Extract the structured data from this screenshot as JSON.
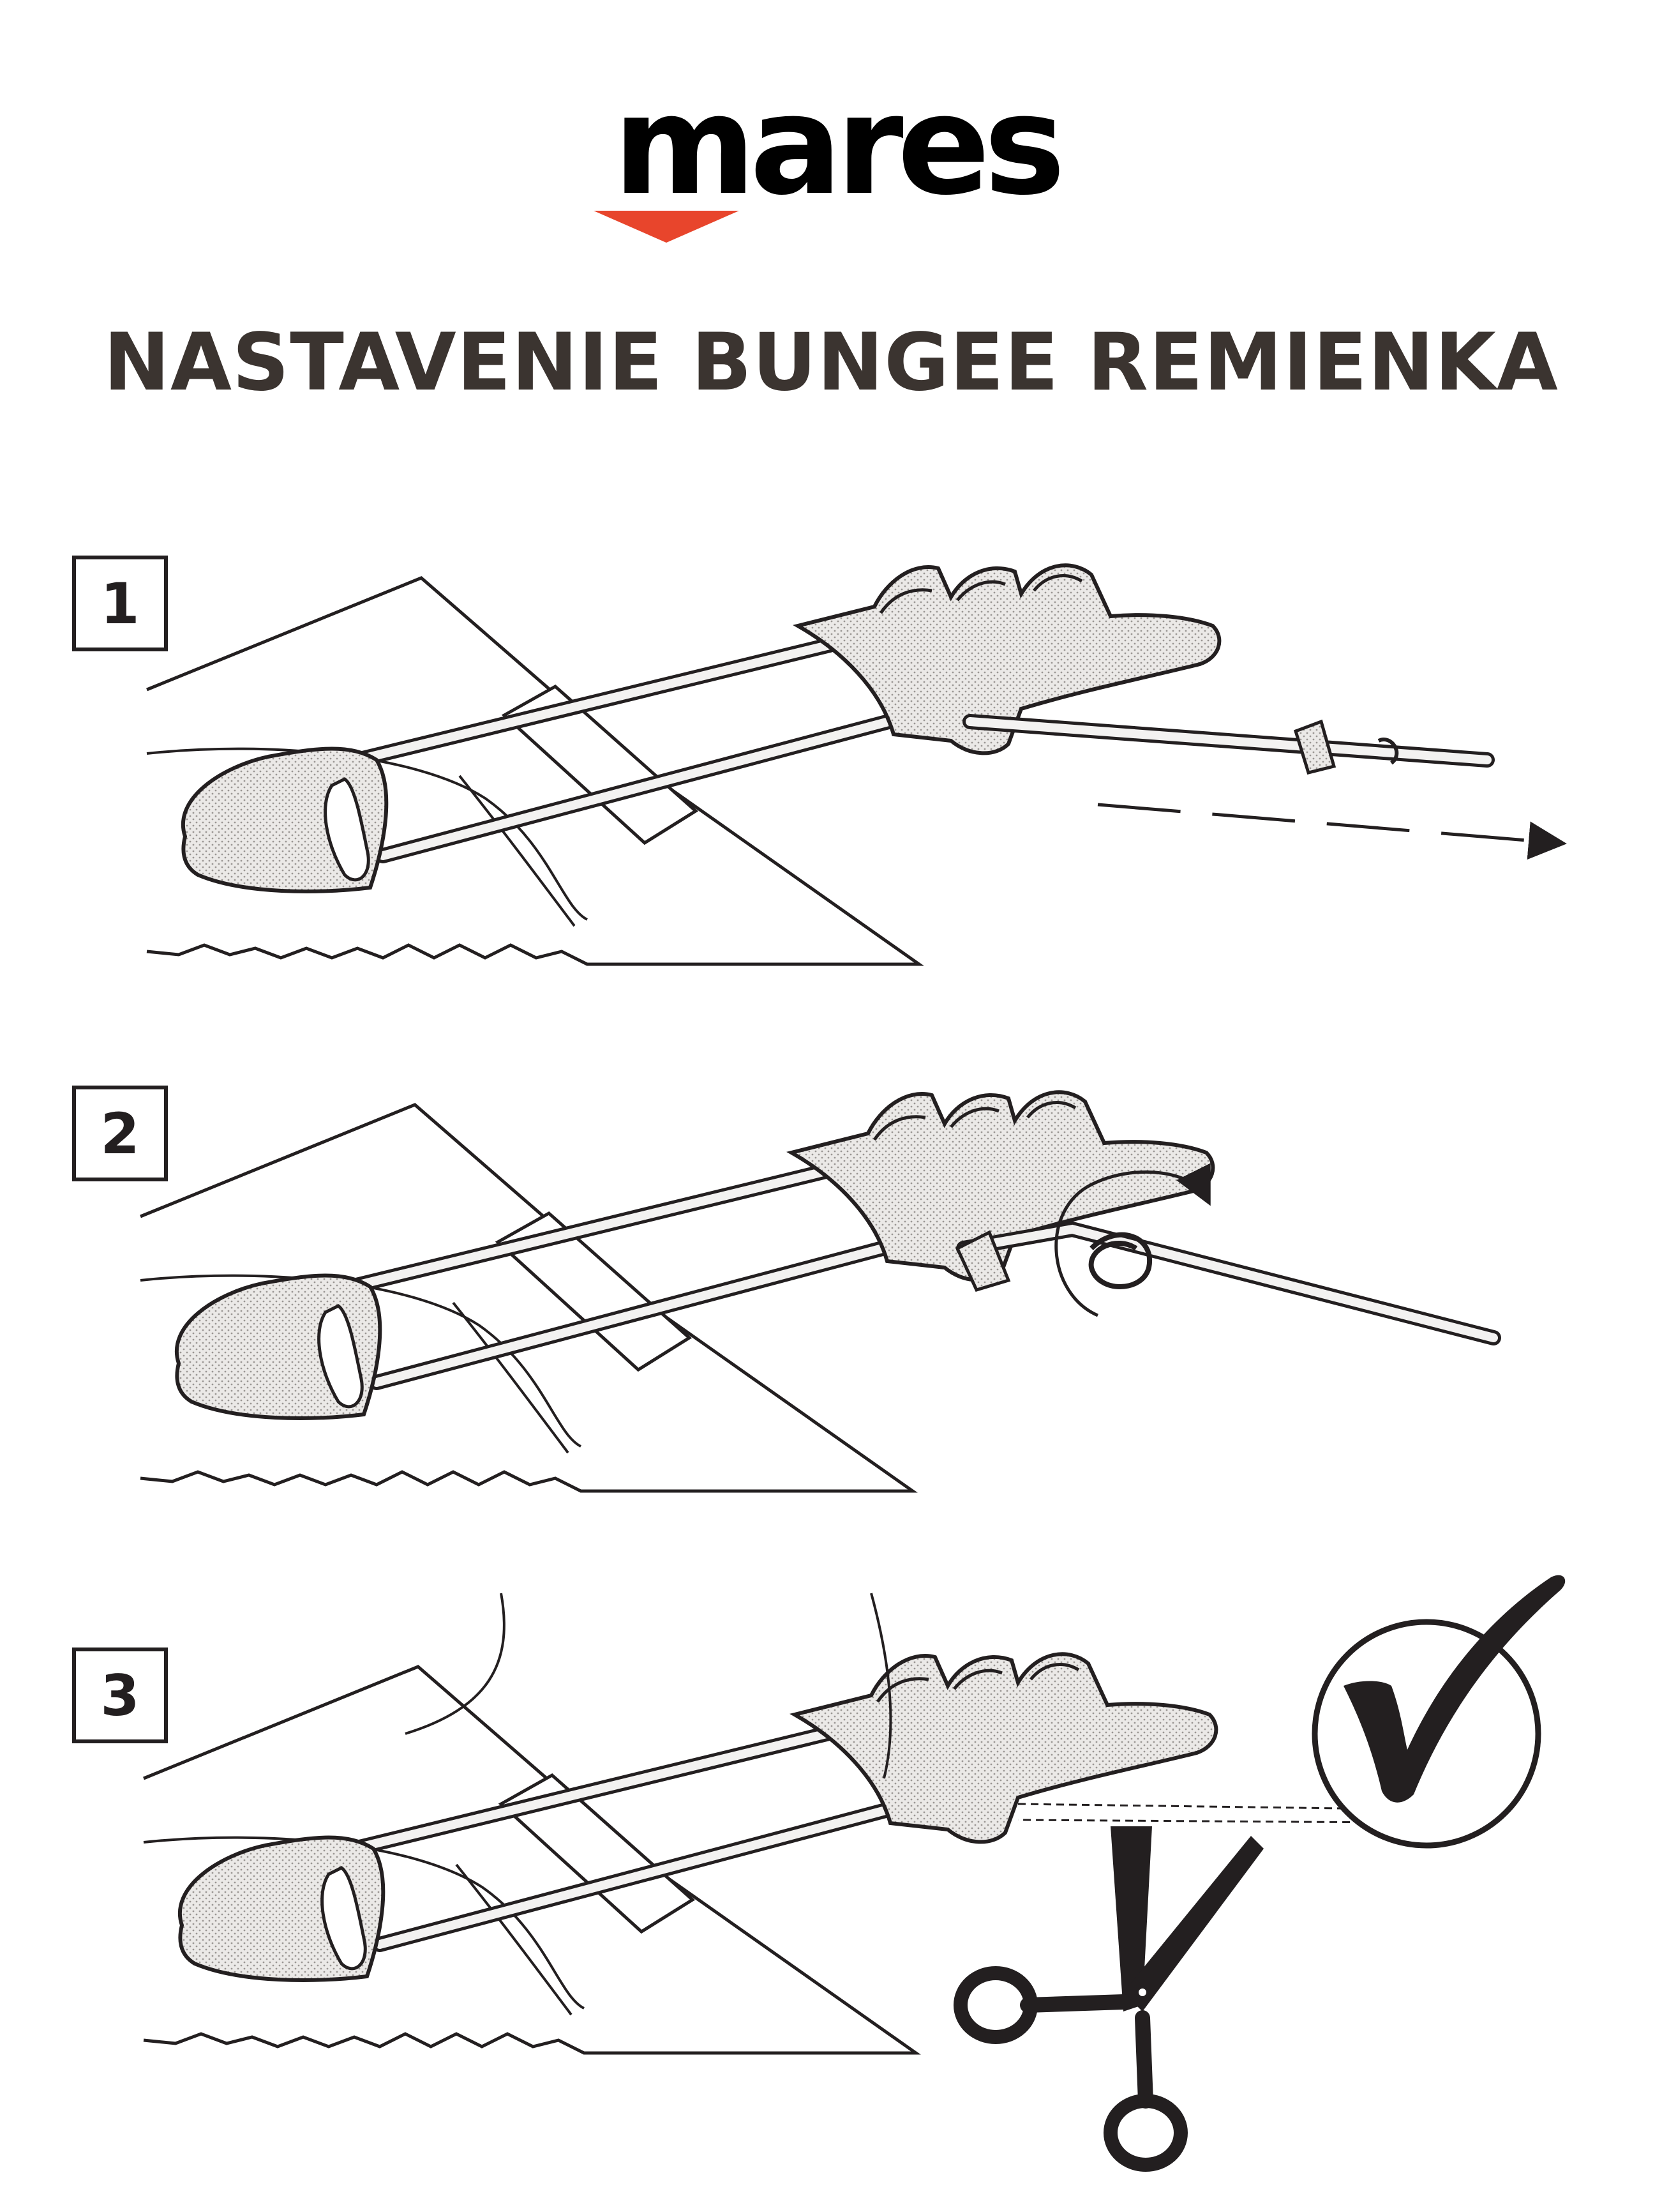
{
  "brand": {
    "name": "mares",
    "accent": "#e8452c"
  },
  "title": "NASTAVENIE BUNGEE REMIENKA",
  "steps": [
    {
      "number": "1"
    },
    {
      "number": "2"
    },
    {
      "number": "3"
    }
  ],
  "icons": [
    "check-icon",
    "scissors-icon",
    "arrow-icon",
    "rotate-arrow-icon"
  ],
  "colors": {
    "ink": "#231f20",
    "fill": "#e9e7e5",
    "title": "#3b3430"
  }
}
